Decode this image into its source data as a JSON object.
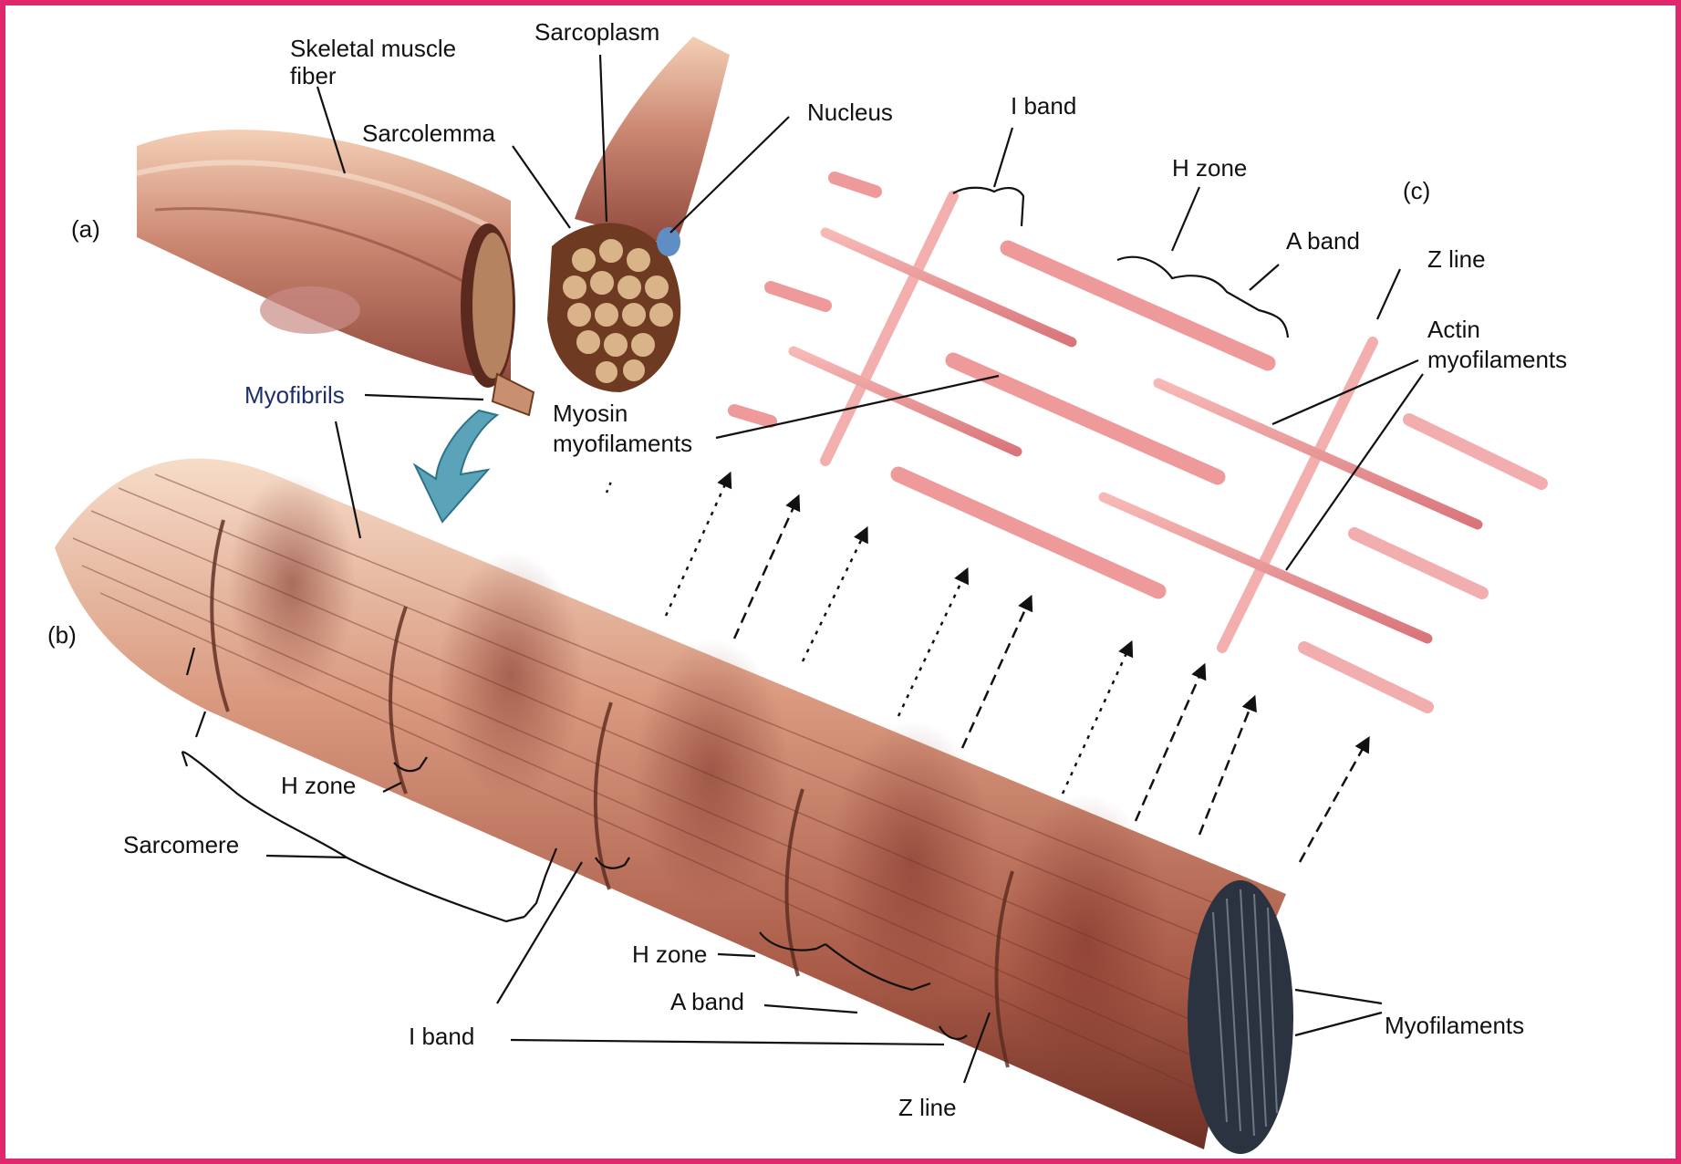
{
  "colors": {
    "frame": "#e0286e",
    "muscle_light": "#f3cdb2",
    "muscle_mid": "#c8806a",
    "muscle_dark": "#8a3f31",
    "filament": "#ef9a9a",
    "filament_dark": "#d9757a",
    "arrow": "#5aa3b8",
    "myofilament_ends": "#2b3340"
  },
  "icons": {
    "transition_arrow": "curved-arrow-icon",
    "projection_arrows": "dashed-arrow-icon"
  },
  "panels": {
    "a": "(a)",
    "b": "(b)",
    "c": "(c)"
  },
  "labels_a": {
    "skeletal_fiber_line1": "Skeletal muscle",
    "skeletal_fiber_line2": "fiber",
    "sarcoplasm": "Sarcoplasm",
    "sarcolemma": "Sarcolemma",
    "nucleus": "Nucleus",
    "myofibrils": "Myofibrils"
  },
  "labels_b": {
    "h_zone_upper": "H zone",
    "sarcomere": "Sarcomere",
    "h_zone_lower": "H zone",
    "a_band": "A band",
    "i_band": "I band",
    "z_line": "Z line",
    "myofilaments": "Myofilaments"
  },
  "labels_c": {
    "i_band": "I band",
    "h_zone": "H zone",
    "a_band": "A band",
    "z_line": "Z line",
    "actin_line1": "Actin",
    "actin_line2": "myofilaments",
    "myosin_line1": "Myosin",
    "myosin_line2": "myofilaments"
  }
}
